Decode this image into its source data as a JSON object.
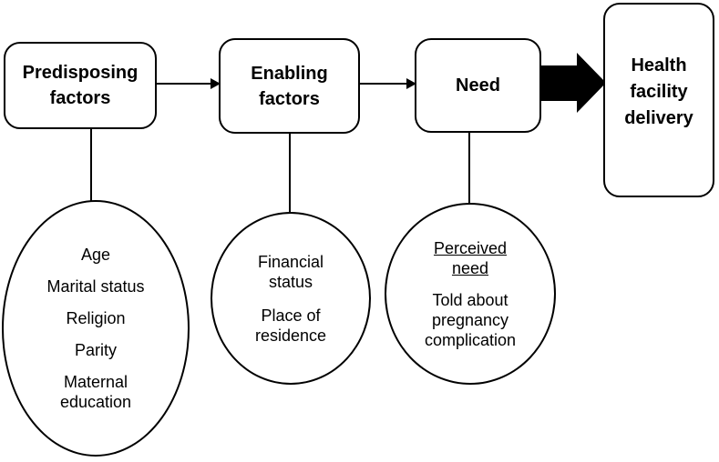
{
  "diagram": {
    "title_hint": "Andersen behavioral model of health facility delivery",
    "boxes": {
      "predisposing": {
        "label": "Predisposing factors"
      },
      "enabling": {
        "label": "Enabling factors"
      },
      "need": {
        "label": "Need"
      },
      "outcome": {
        "label": "Health facility delivery"
      }
    },
    "ellipses": {
      "predisposing": {
        "items": [
          "Age",
          "Marital status",
          "Religion",
          "Parity",
          "Maternal education"
        ]
      },
      "enabling": {
        "items": [
          "Financial status",
          "Place of residence"
        ]
      },
      "need": {
        "heading": "Perceived need",
        "items": [
          "Told about pregnancy complication"
        ]
      }
    },
    "colors": {
      "stroke": "#000000",
      "fill": "#ffffff",
      "text": "#000000"
    }
  }
}
